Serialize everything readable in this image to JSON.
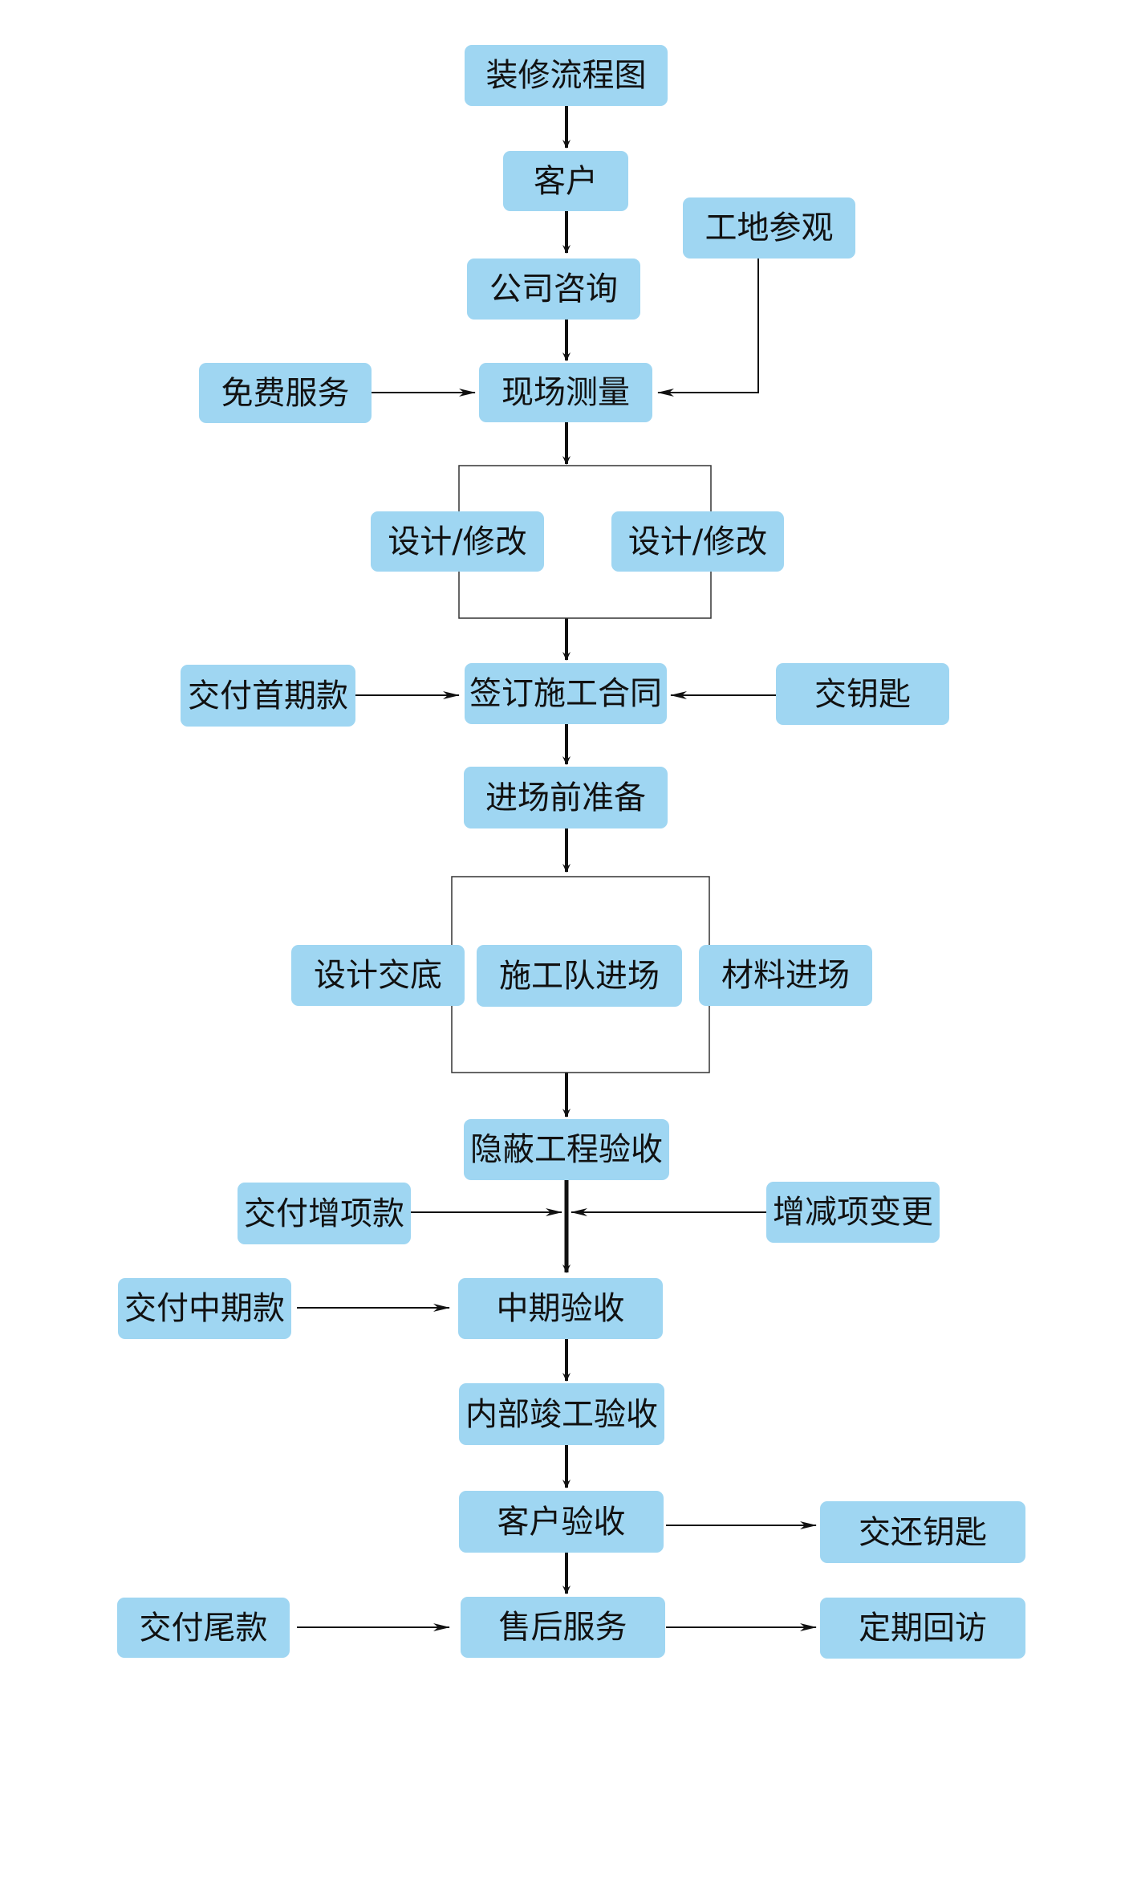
{
  "flowchart": {
    "title": "装修流程图",
    "node_fill": "#9fd6f2",
    "line_color": "#111111",
    "main_flow": {
      "customer": "客户",
      "consultation": "公司咨询",
      "site_measurement": "现场测量",
      "design_revision_a": "设计/修改",
      "design_revision_b": "设计/修改",
      "sign_contract": "签订施工合同",
      "pre_entry_prep": "进场前准备",
      "design_handover": "设计交底",
      "crew_entry": "施工队进场",
      "material_entry": "材料进场",
      "hidden_works_acceptance": "隐蔽工程验收",
      "midterm_acceptance": "中期验收",
      "internal_completion_acceptance": "内部竣工验收",
      "customer_acceptance": "客户验收",
      "after_sales": "售后服务"
    },
    "side_nodes": {
      "site_visit": "工地参观",
      "free_service": "免费服务",
      "pay_first": "交付首期款",
      "hand_keys": "交钥匙",
      "pay_additions": "交付增项款",
      "change_items": "增减项变更",
      "pay_midterm": "交付中期款",
      "return_keys": "交还钥匙",
      "pay_final": "交付尾款",
      "regular_followup": "定期回访"
    }
  }
}
